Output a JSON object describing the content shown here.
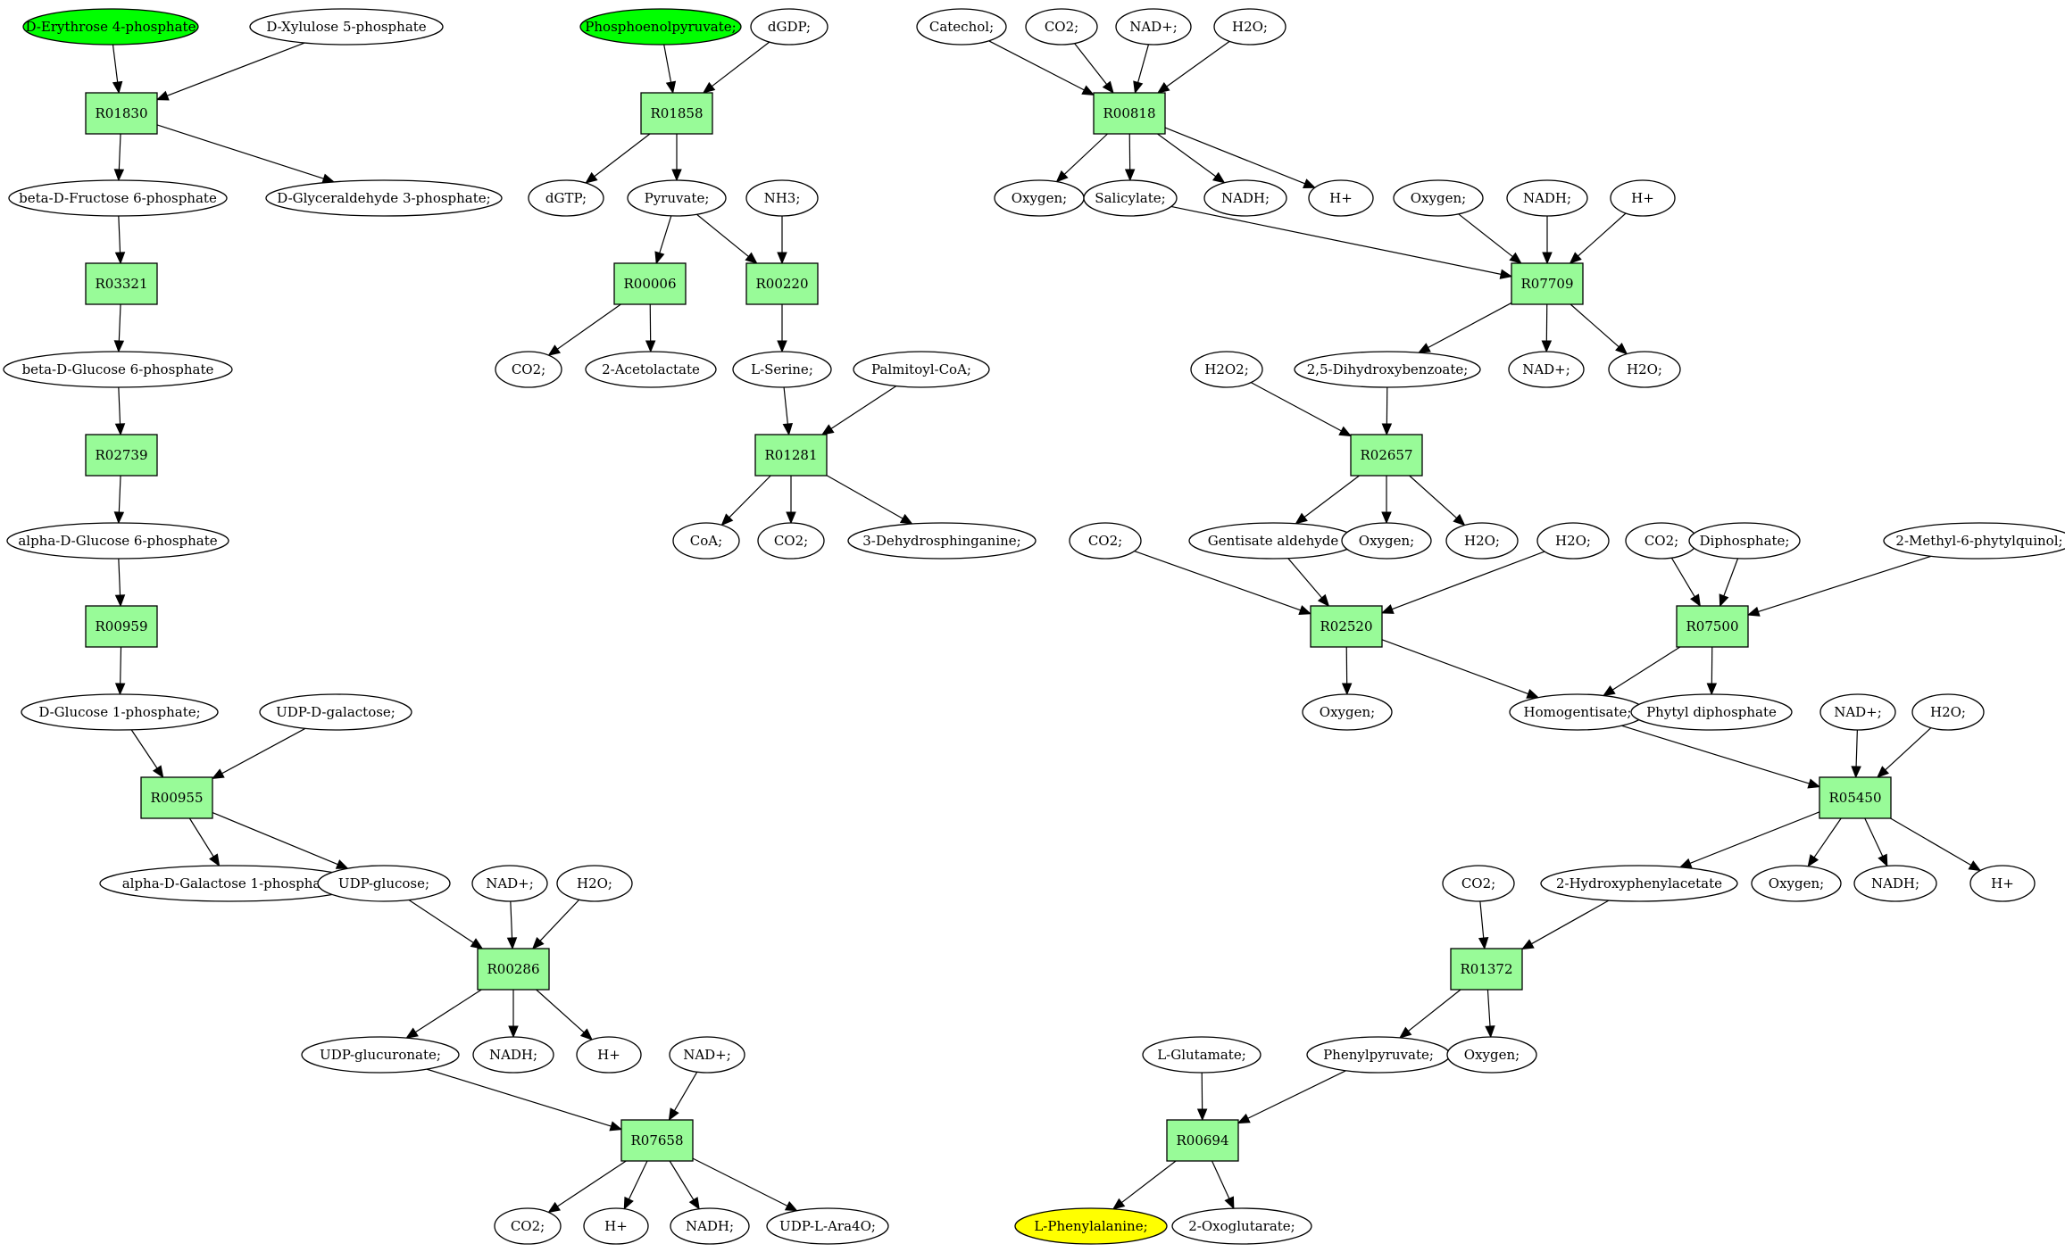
{
  "colors": {
    "reaction_fill": "#98fb98",
    "start_fill": "#00ff00",
    "target_fill": "#ffff00",
    "compound_fill": "#ffffff"
  },
  "nodes": [
    {
      "id": "c_e4p",
      "label": "D-Erythrose 4-phosphate",
      "kind": "compound",
      "role": "start"
    },
    {
      "id": "c_x5p",
      "label": "D-Xylulose 5-phosphate",
      "kind": "compound"
    },
    {
      "id": "r01830",
      "label": "R01830",
      "kind": "reaction"
    },
    {
      "id": "c_bf6p",
      "label": "beta-D-Fructose 6-phosphate",
      "kind": "compound"
    },
    {
      "id": "c_g3p",
      "label": "D-Glyceraldehyde 3-phosphate;",
      "kind": "compound"
    },
    {
      "id": "r03321",
      "label": "R03321",
      "kind": "reaction"
    },
    {
      "id": "c_bg6p",
      "label": "beta-D-Glucose 6-phosphate",
      "kind": "compound"
    },
    {
      "id": "r02739",
      "label": "R02739",
      "kind": "reaction"
    },
    {
      "id": "c_ag6p",
      "label": "alpha-D-Glucose 6-phosphate",
      "kind": "compound"
    },
    {
      "id": "r00959",
      "label": "R00959",
      "kind": "reaction"
    },
    {
      "id": "c_g1p",
      "label": "D-Glucose 1-phosphate;",
      "kind": "compound"
    },
    {
      "id": "c_udpgal",
      "label": "UDP-D-galactose;",
      "kind": "compound"
    },
    {
      "id": "r00955",
      "label": "R00955",
      "kind": "reaction"
    },
    {
      "id": "c_agal1p",
      "label": "alpha-D-Galactose 1-phosphate;",
      "kind": "compound"
    },
    {
      "id": "c_udpglc",
      "label": "UDP-glucose;",
      "kind": "compound"
    },
    {
      "id": "c_nad_a",
      "label": "NAD+;",
      "kind": "compound"
    },
    {
      "id": "c_h2o_a",
      "label": "H2O;",
      "kind": "compound"
    },
    {
      "id": "r00286",
      "label": "R00286",
      "kind": "reaction"
    },
    {
      "id": "c_udpgluc",
      "label": "UDP-glucuronate;",
      "kind": "compound"
    },
    {
      "id": "c_nadh_a",
      "label": "NADH;",
      "kind": "compound"
    },
    {
      "id": "c_h_a",
      "label": "H+",
      "kind": "compound"
    },
    {
      "id": "c_nad_b",
      "label": "NAD+;",
      "kind": "compound"
    },
    {
      "id": "r07658",
      "label": "R07658",
      "kind": "reaction"
    },
    {
      "id": "c_co2_b",
      "label": "CO2;",
      "kind": "compound"
    },
    {
      "id": "c_h_b",
      "label": "H+",
      "kind": "compound"
    },
    {
      "id": "c_nadh_b",
      "label": "NADH;",
      "kind": "compound"
    },
    {
      "id": "c_udpara",
      "label": "UDP-L-Ara4O;",
      "kind": "compound"
    },
    {
      "id": "c_pep",
      "label": "Phosphoenolpyruvate;",
      "kind": "compound",
      "role": "start"
    },
    {
      "id": "c_dgdp",
      "label": "dGDP;",
      "kind": "compound"
    },
    {
      "id": "r01858",
      "label": "R01858",
      "kind": "reaction"
    },
    {
      "id": "c_dgtp",
      "label": "dGTP;",
      "kind": "compound"
    },
    {
      "id": "c_pyr",
      "label": "Pyruvate;",
      "kind": "compound"
    },
    {
      "id": "c_nh3",
      "label": "NH3;",
      "kind": "compound"
    },
    {
      "id": "r00006",
      "label": "R00006",
      "kind": "reaction"
    },
    {
      "id": "r00220",
      "label": "R00220",
      "kind": "reaction"
    },
    {
      "id": "c_co2_c",
      "label": "CO2;",
      "kind": "compound"
    },
    {
      "id": "c_acetolac",
      "label": "2-Acetolactate",
      "kind": "compound"
    },
    {
      "id": "c_ser",
      "label": "L-Serine;",
      "kind": "compound"
    },
    {
      "id": "c_palm",
      "label": "Palmitoyl-CoA;",
      "kind": "compound"
    },
    {
      "id": "r01281",
      "label": "R01281",
      "kind": "reaction"
    },
    {
      "id": "c_coa",
      "label": "CoA;",
      "kind": "compound"
    },
    {
      "id": "c_co2_d",
      "label": "CO2;",
      "kind": "compound"
    },
    {
      "id": "c_3dhs",
      "label": "3-Dehydrosphinganine;",
      "kind": "compound"
    },
    {
      "id": "c_cat",
      "label": "Catechol;",
      "kind": "compound"
    },
    {
      "id": "c_co2_e",
      "label": "CO2;",
      "kind": "compound"
    },
    {
      "id": "c_nad_e",
      "label": "NAD+;",
      "kind": "compound"
    },
    {
      "id": "c_h2o_e",
      "label": "H2O;",
      "kind": "compound"
    },
    {
      "id": "r00818",
      "label": "R00818",
      "kind": "reaction"
    },
    {
      "id": "c_oxy_e",
      "label": "Oxygen;",
      "kind": "compound"
    },
    {
      "id": "c_sal",
      "label": "Salicylate;",
      "kind": "compound"
    },
    {
      "id": "c_nadh_e",
      "label": "NADH;",
      "kind": "compound"
    },
    {
      "id": "c_h_e",
      "label": "H+",
      "kind": "compound"
    },
    {
      "id": "c_oxy_f",
      "label": "Oxygen;",
      "kind": "compound"
    },
    {
      "id": "c_nadh_f",
      "label": "NADH;",
      "kind": "compound"
    },
    {
      "id": "c_h_f",
      "label": "H+",
      "kind": "compound"
    },
    {
      "id": "r07709",
      "label": "R07709",
      "kind": "reaction"
    },
    {
      "id": "c_h2o2",
      "label": "H2O2;",
      "kind": "compound"
    },
    {
      "id": "c_25dhb",
      "label": "2,5-Dihydroxybenzoate;",
      "kind": "compound"
    },
    {
      "id": "c_nad_f",
      "label": "NAD+;",
      "kind": "compound"
    },
    {
      "id": "c_h2o_f",
      "label": "H2O;",
      "kind": "compound"
    },
    {
      "id": "r02657",
      "label": "R02657",
      "kind": "reaction"
    },
    {
      "id": "c_co2_g",
      "label": "CO2;",
      "kind": "compound"
    },
    {
      "id": "c_gentald",
      "label": "Gentisate aldehyde",
      "kind": "compound"
    },
    {
      "id": "c_oxy_g",
      "label": "Oxygen;",
      "kind": "compound"
    },
    {
      "id": "c_h2o_g",
      "label": "H2O;",
      "kind": "compound"
    },
    {
      "id": "c_h2o_h",
      "label": "H2O;",
      "kind": "compound"
    },
    {
      "id": "c_co2_h",
      "label": "CO2;",
      "kind": "compound"
    },
    {
      "id": "c_diph",
      "label": "Diphosphate;",
      "kind": "compound"
    },
    {
      "id": "c_2m6p",
      "label": "2-Methyl-6-phytylquinol;",
      "kind": "compound"
    },
    {
      "id": "r02520",
      "label": "R02520",
      "kind": "reaction"
    },
    {
      "id": "r07500",
      "label": "R07500",
      "kind": "reaction"
    },
    {
      "id": "c_oxy_h",
      "label": "Oxygen;",
      "kind": "compound"
    },
    {
      "id": "c_homog",
      "label": "Homogentisate;",
      "kind": "compound"
    },
    {
      "id": "c_phytdp",
      "label": "Phytyl diphosphate",
      "kind": "compound"
    },
    {
      "id": "c_nad_i",
      "label": "NAD+;",
      "kind": "compound"
    },
    {
      "id": "c_h2o_i",
      "label": "H2O;",
      "kind": "compound"
    },
    {
      "id": "r05450",
      "label": "R05450",
      "kind": "reaction"
    },
    {
      "id": "c_co2_i",
      "label": "CO2;",
      "kind": "compound"
    },
    {
      "id": "c_2hpa",
      "label": "2-Hydroxyphenylacetate",
      "kind": "compound"
    },
    {
      "id": "c_oxy_i",
      "label": "Oxygen;",
      "kind": "compound"
    },
    {
      "id": "c_nadh_i",
      "label": "NADH;",
      "kind": "compound"
    },
    {
      "id": "c_h_i",
      "label": "H+",
      "kind": "compound"
    },
    {
      "id": "r01372",
      "label": "R01372",
      "kind": "reaction"
    },
    {
      "id": "c_glu",
      "label": "L-Glutamate;",
      "kind": "compound"
    },
    {
      "id": "c_phepyr",
      "label": "Phenylpyruvate;",
      "kind": "compound"
    },
    {
      "id": "c_oxy_j",
      "label": "Oxygen;",
      "kind": "compound"
    },
    {
      "id": "r00694",
      "label": "R00694",
      "kind": "reaction"
    },
    {
      "id": "c_phe",
      "label": "L-Phenylalanine;",
      "kind": "compound",
      "role": "target"
    },
    {
      "id": "c_2og",
      "label": "2-Oxoglutarate;",
      "kind": "compound"
    }
  ],
  "edges": [
    [
      "c_e4p",
      "r01830"
    ],
    [
      "c_x5p",
      "r01830"
    ],
    [
      "r01830",
      "c_bf6p"
    ],
    [
      "r01830",
      "c_g3p"
    ],
    [
      "c_bf6p",
      "r03321"
    ],
    [
      "r03321",
      "c_bg6p"
    ],
    [
      "c_bg6p",
      "r02739"
    ],
    [
      "r02739",
      "c_ag6p"
    ],
    [
      "c_ag6p",
      "r00959"
    ],
    [
      "r00959",
      "c_g1p"
    ],
    [
      "c_g1p",
      "r00955"
    ],
    [
      "c_udpgal",
      "r00955"
    ],
    [
      "r00955",
      "c_agal1p"
    ],
    [
      "r00955",
      "c_udpglc"
    ],
    [
      "c_udpglc",
      "r00286"
    ],
    [
      "c_nad_a",
      "r00286"
    ],
    [
      "c_h2o_a",
      "r00286"
    ],
    [
      "r00286",
      "c_udpgluc"
    ],
    [
      "r00286",
      "c_nadh_a"
    ],
    [
      "r00286",
      "c_h_a"
    ],
    [
      "c_udpgluc",
      "r07658"
    ],
    [
      "c_nad_b",
      "r07658"
    ],
    [
      "r07658",
      "c_co2_b"
    ],
    [
      "r07658",
      "c_h_b"
    ],
    [
      "r07658",
      "c_nadh_b"
    ],
    [
      "r07658",
      "c_udpara"
    ],
    [
      "c_pep",
      "r01858"
    ],
    [
      "c_dgdp",
      "r01858"
    ],
    [
      "r01858",
      "c_dgtp"
    ],
    [
      "r01858",
      "c_pyr"
    ],
    [
      "c_pyr",
      "r00006"
    ],
    [
      "c_pyr",
      "r00220"
    ],
    [
      "c_nh3",
      "r00220"
    ],
    [
      "r00006",
      "c_co2_c"
    ],
    [
      "r00006",
      "c_acetolac"
    ],
    [
      "r00220",
      "c_ser"
    ],
    [
      "c_ser",
      "r01281"
    ],
    [
      "c_palm",
      "r01281"
    ],
    [
      "r01281",
      "c_coa"
    ],
    [
      "r01281",
      "c_co2_d"
    ],
    [
      "r01281",
      "c_3dhs"
    ],
    [
      "c_cat",
      "r00818"
    ],
    [
      "c_co2_e",
      "r00818"
    ],
    [
      "c_nad_e",
      "r00818"
    ],
    [
      "c_h2o_e",
      "r00818"
    ],
    [
      "r00818",
      "c_oxy_e"
    ],
    [
      "r00818",
      "c_sal"
    ],
    [
      "r00818",
      "c_nadh_e"
    ],
    [
      "r00818",
      "c_h_e"
    ],
    [
      "c_sal",
      "r07709"
    ],
    [
      "c_oxy_f",
      "r07709"
    ],
    [
      "c_nadh_f",
      "r07709"
    ],
    [
      "c_h_f",
      "r07709"
    ],
    [
      "r07709",
      "c_25dhb"
    ],
    [
      "r07709",
      "c_nad_f"
    ],
    [
      "r07709",
      "c_h2o_f"
    ],
    [
      "c_h2o2",
      "r02657"
    ],
    [
      "c_25dhb",
      "r02657"
    ],
    [
      "r02657",
      "c_gentald"
    ],
    [
      "r02657",
      "c_oxy_g"
    ],
    [
      "r02657",
      "c_h2o_g"
    ],
    [
      "c_co2_g",
      "r02520"
    ],
    [
      "c_gentald",
      "r02520"
    ],
    [
      "c_h2o_h",
      "r02520"
    ],
    [
      "r02520",
      "c_oxy_h"
    ],
    [
      "r02520",
      "c_homog"
    ],
    [
      "c_co2_h",
      "r07500"
    ],
    [
      "c_diph",
      "r07500"
    ],
    [
      "c_2m6p",
      "r07500"
    ],
    [
      "r07500",
      "c_homog"
    ],
    [
      "r07500",
      "c_phytdp"
    ],
    [
      "c_homog",
      "r05450"
    ],
    [
      "c_nad_i",
      "r05450"
    ],
    [
      "c_h2o_i",
      "r05450"
    ],
    [
      "r05450",
      "c_2hpa"
    ],
    [
      "r05450",
      "c_oxy_i"
    ],
    [
      "r05450",
      "c_nadh_i"
    ],
    [
      "r05450",
      "c_h_i"
    ],
    [
      "c_co2_i",
      "r01372"
    ],
    [
      "c_2hpa",
      "r01372"
    ],
    [
      "r01372",
      "c_phepyr"
    ],
    [
      "r01372",
      "c_oxy_j"
    ],
    [
      "c_glu",
      "r00694"
    ],
    [
      "c_phepyr",
      "r00694"
    ],
    [
      "r00694",
      "c_phe"
    ],
    [
      "r00694",
      "c_2og"
    ]
  ]
}
